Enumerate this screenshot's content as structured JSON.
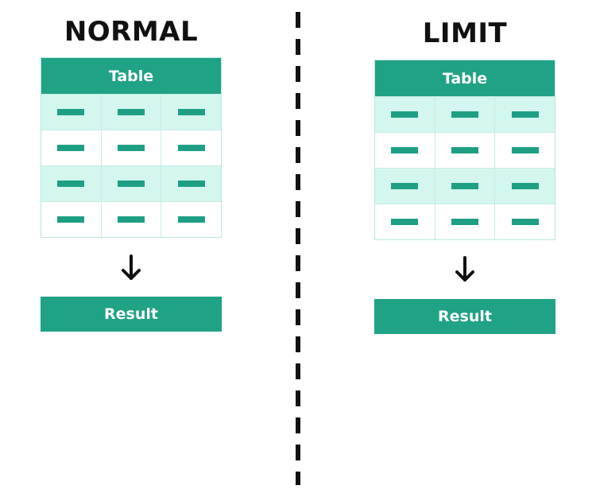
{
  "panels": {
    "normal": {
      "title": "NORMAL",
      "table_header": "Table",
      "result_label": "Result",
      "row_count": 4,
      "column_count": 3
    },
    "limit": {
      "title": "LIMIT",
      "table_header": "Table",
      "result_label": "Result",
      "row_count": 4,
      "column_count": 3
    }
  },
  "colors": {
    "accent_green": "#20a284",
    "dash_green": "#1e9f84",
    "shaded_row": "#d3f6ef",
    "title_text": "#111111",
    "divider": "#111111"
  },
  "icons": {
    "flow_arrow": "arrow-down-icon",
    "placeholder_cell": "dash-icon"
  }
}
